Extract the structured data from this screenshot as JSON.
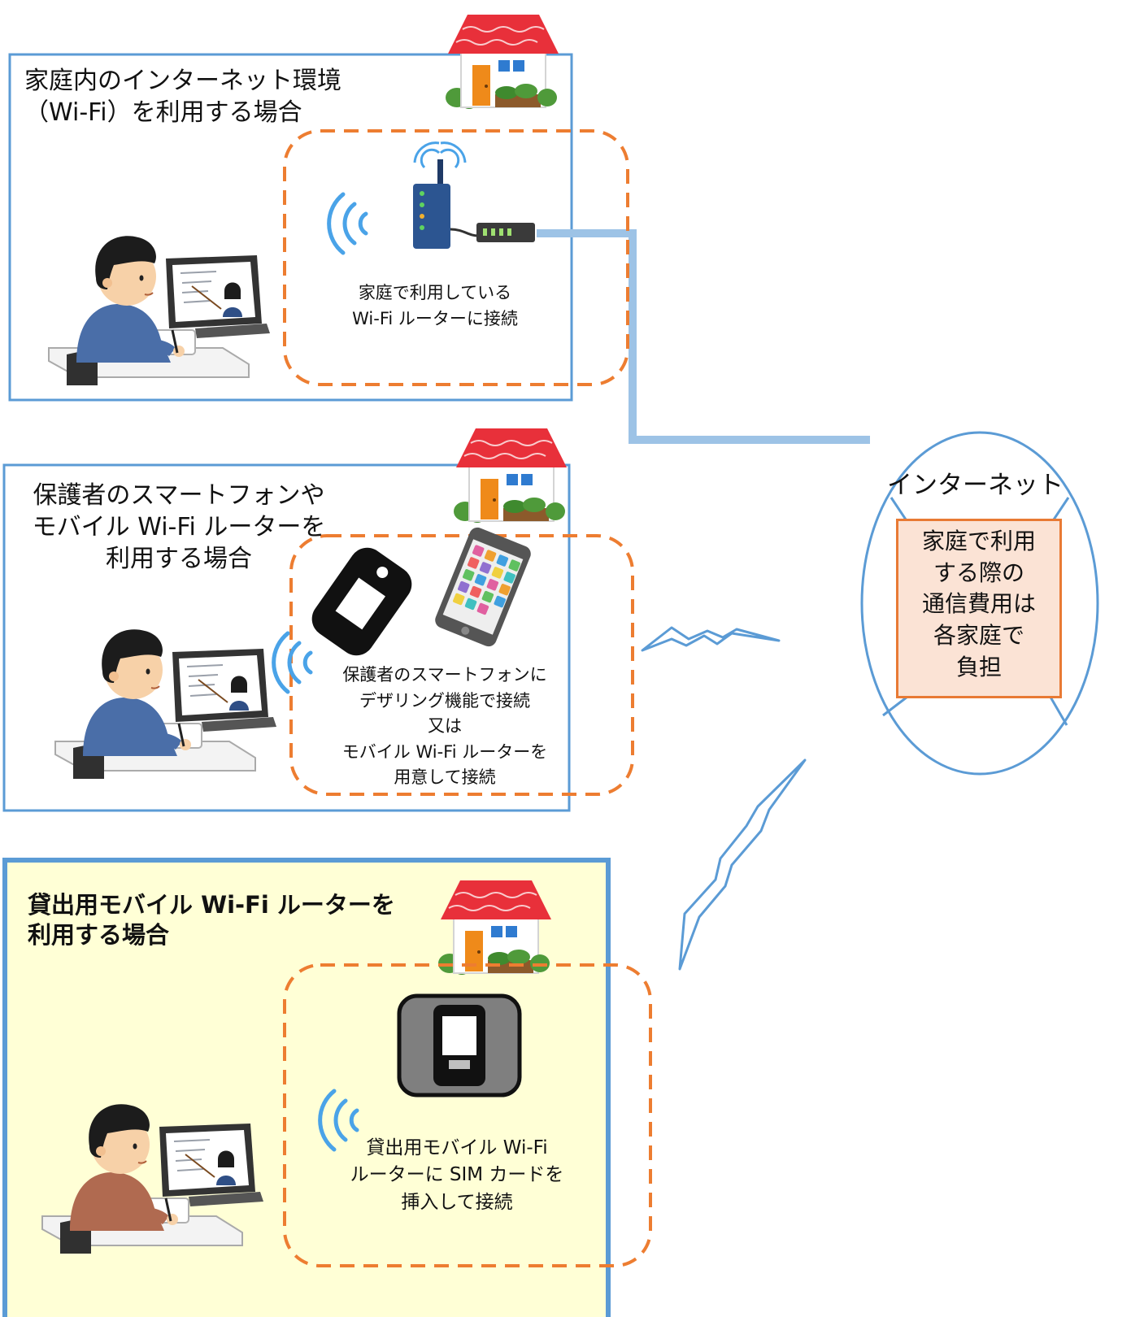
{
  "colors": {
    "frame_blue": "#5b9bd5",
    "dash_orange": "#ed7d31",
    "highlight_yellow": "#ffffd6",
    "note_fill": "#fbe3d5",
    "roof_red": "#e8303a"
  },
  "panels": [
    {
      "title": "家庭内のインターネット環境\n（Wi-Fi）を利用する場合",
      "caption": "家庭で利用している\nWi-Fi ルーターに接続",
      "device_icon": "wifi-router-icon"
    },
    {
      "title": "保護者のスマートフォンや\nモバイル Wi-Fi ルーターを\n利用する場合",
      "caption": "保護者のスマートフォンに\nデザリング機能で接続\n又は\nモバイル Wi-Fi ルーターを\n用意して接続",
      "device_icon": "smartphone-and-mobile-router-icon"
    },
    {
      "title": "貸出用モバイル Wi-Fi ルーターを\n利用する場合",
      "caption": "貸出用モバイル Wi-Fi\nルーターに SIM カードを\n挿入して接続",
      "device_icon": "loaner-mobile-router-icon"
    }
  ],
  "internet": {
    "label": "インターネット",
    "note": "家庭で利用\nする際の\n通信費用は\n各家庭で\n負担"
  }
}
